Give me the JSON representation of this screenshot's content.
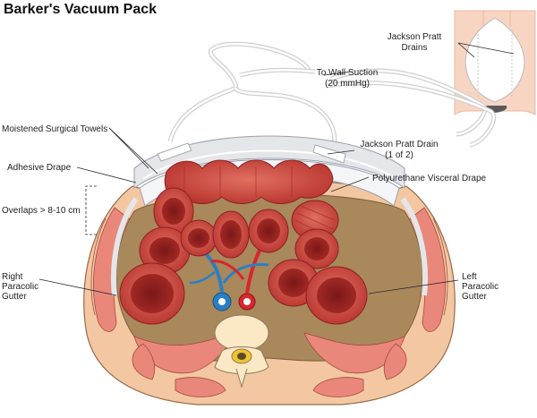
{
  "title": "Barker's Vacuum Pack",
  "labels": {
    "jp_drains_line1": "Jackson Pratt",
    "jp_drains_line2": "Drains",
    "wall_suction_line1": "To Wall Suction",
    "wall_suction_line2": "(20 mmHg)",
    "towels": "Moistened Surgical Towels",
    "jp_drain_line1": "Jackson Pratt Drain",
    "jp_drain_line2": "(1 of 2)",
    "adhesive_drape": "Adhesive Drape",
    "visceral_drape": "Polyurethane Visceral Drape",
    "overlaps": "Overlaps > 8-10 cm",
    "right_gutter_line1": "Right",
    "right_gutter_line2": "Paracolic",
    "right_gutter_line3": "Gutter",
    "left_gutter_line1": "Left",
    "left_gutter_line2": "Paracolic",
    "left_gutter_line3": "Gutter"
  },
  "colors": {
    "skin": "#f3c7a2",
    "muscle": "#e9877a",
    "bowel_outer": "#c8403a",
    "bowel_inner": "#8e1f1f",
    "drape": "#e4e6ea",
    "artery": "#d8262b",
    "vein": "#2a7fc2"
  }
}
